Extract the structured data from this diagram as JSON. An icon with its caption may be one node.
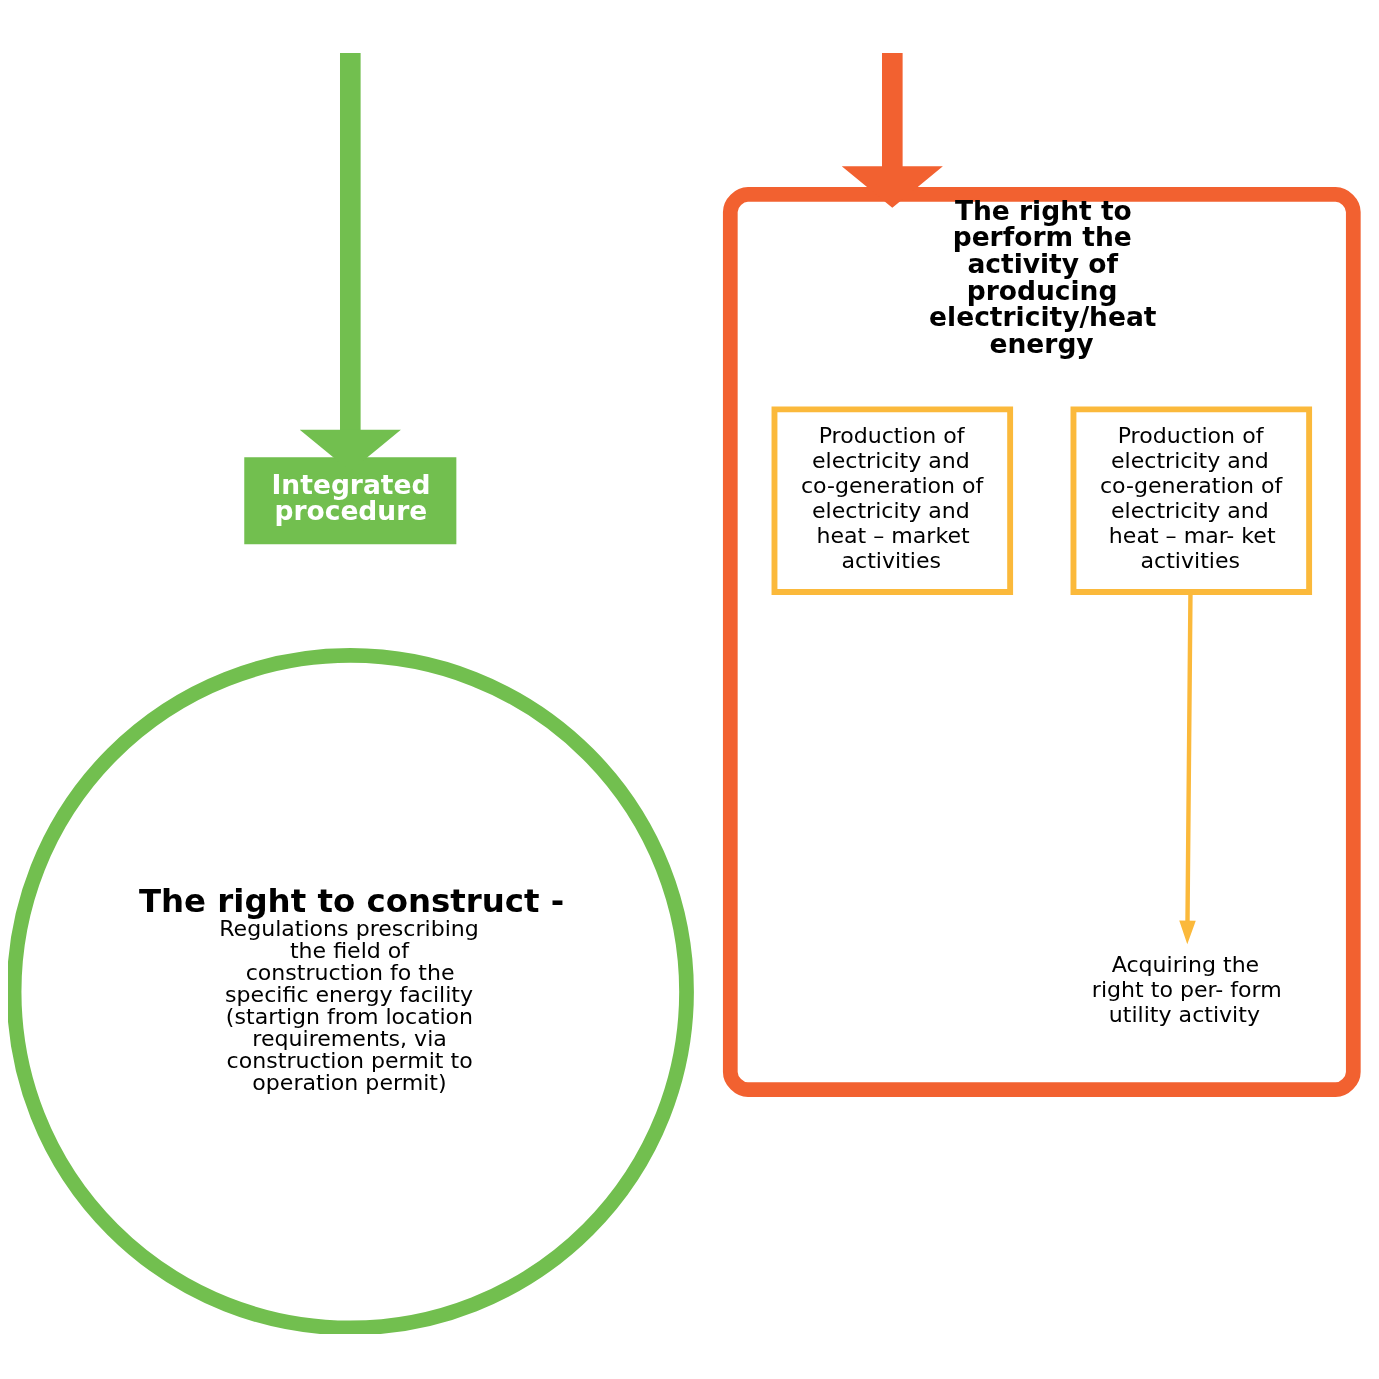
{
  "diagram": {
    "nodes": [
      {
        "text": [
          "Integrated procedure"
        ]
      },
      {
        "text": [
          "The right to construct -",
          "Regulations prescribing the field of construction fo the specific energy facility",
          "(startign from location requirements, via construction permit to operation permit)"
        ]
      },
      {
        "text": [
          "The right to perform the activity of producing electricity/heat energy"
        ]
      },
      {
        "text": [
          "Production of electricity and co-generation of electricity and heat – market activities"
        ],
        "in": 2
      },
      {
        "text": [
          "Production of electricity and co-generation of electricity and heat – mar- ket activities"
        ],
        "in": 2
      },
      {
        "text": [
          "Acquiring the right to per- form utility activity"
        ],
        "in": 2
      }
    ],
    "edges": [
      {
        "from": null,
        "to": 0,
        "arrow": "to",
        "color": "#72bf4f"
      },
      {
        "from": null,
        "to": 2,
        "arrow": "to",
        "color": "#f26130"
      },
      {
        "from": 4,
        "to": 5,
        "arrow": "to",
        "color": "#fbb93b"
      }
    ]
  }
}
